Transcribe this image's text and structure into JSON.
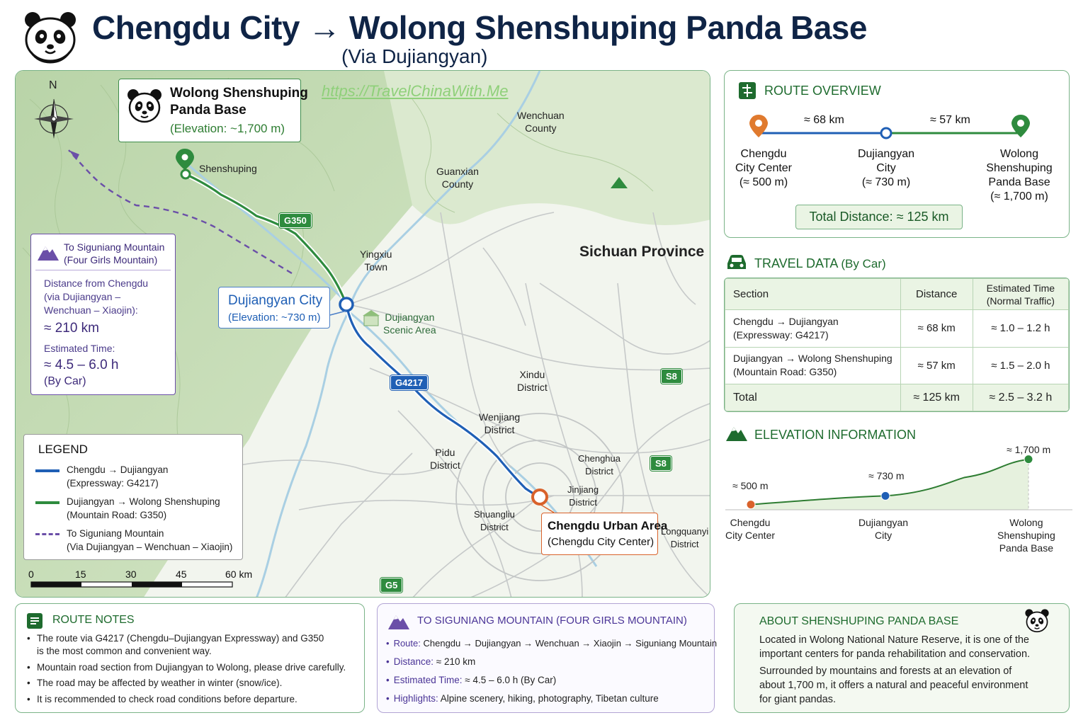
{
  "header": {
    "title": "Chengdu City → Wolong Shenshuping Panda Base",
    "subtitle": "(Via Dujiangyan)"
  },
  "map": {
    "watermark": "https://TravelChinaWith.Me",
    "compass_label": "N",
    "province": "Sichuan Province",
    "places": {
      "wenchuan": "Wenchuan\nCounty",
      "guanxian": "Guanxian\nCounty",
      "yingxiu": "Yingxiu\nTown",
      "shenshuping": "Shenshuping",
      "scenic": "Dujiangyan\nScenic Area",
      "xindu": "Xindu\nDistrict",
      "wenjiang": "Wenjiang\nDistrict",
      "pidu": "Pidu\nDistrict",
      "chenghua": "Chenghua\nDistrict",
      "jinjiang": "Jinjiang\nDistrict",
      "shuangliu": "Shuangliu\nDistrict",
      "longquanyi": "Longquanyi\nDistrict"
    },
    "shields": {
      "g350": "G350",
      "g4217": "G4217",
      "s8a": "S8",
      "s8b": "S8",
      "g5": "G5"
    },
    "callouts": {
      "wolong_title": "Wolong Shenshuping\nPanda Base",
      "wolong_elev": "(Elevation: ~1,700 m)",
      "djy_title": "Dujiangyan City",
      "djy_elev": "(Elevation: ~730 m)",
      "chengdu_title": "Chengdu Urban Area",
      "chengdu_sub": "(Chengdu City Center)"
    },
    "siguniang_box": {
      "title": "To Siguniang Mountain\n(Four Girls Mountain)",
      "distance_label": "Distance from Chengdu\n(via Dujiangyan –\nWenchuan – Xiaojin):",
      "distance_value": "≈ 210 km",
      "time_label": "Estimated Time:",
      "time_value": "≈ 4.5 – 6.0 h",
      "mode": "(By Car)"
    },
    "legend": {
      "title": "LEGEND",
      "items": [
        {
          "label": "Chengdu → Dujiangyan\n(Expressway: G4217)",
          "color": "#1f5fb5",
          "style": "solid"
        },
        {
          "label": "Dujiangyan → Wolong Shenshuping\n(Mountain Road: G350)",
          "color": "#2e8b3e",
          "style": "solid"
        },
        {
          "label": "To Siguniang Mountain\n(Via Dujiangyan – Wenchuan – Xiaojin)",
          "color": "#6b4fa8",
          "style": "dashed"
        }
      ]
    },
    "scale": [
      "0",
      "15",
      "30",
      "45",
      "60 km"
    ]
  },
  "route_overview": {
    "title": "ROUTE OVERVIEW",
    "segments": [
      "≈ 68 km",
      "≈ 57 km"
    ],
    "stops": [
      {
        "name": "Chengdu\nCity Center\n(≈ 500 m)",
        "color": "#e07a2e"
      },
      {
        "name": "Dujiangyan\nCity\n(≈ 730 m)",
        "color": "#1f5fb5"
      },
      {
        "name": "Wolong\nShenshuping\nPanda Base\n(≈ 1,700 m)",
        "color": "#2e8b3e"
      }
    ],
    "total": "Total Distance: ≈ 125 km"
  },
  "travel_data": {
    "title": "TRAVEL DATA",
    "title_suffix": "(By Car)",
    "headers": [
      "Section",
      "Distance",
      "Estimated Time\n(Normal Traffic)"
    ],
    "rows": [
      {
        "section": "Chengdu → Dujiangyan\n(Expressway: G4217)",
        "distance": "≈ 68 km",
        "time": "≈ 1.0 – 1.2 h"
      },
      {
        "section": "Dujiangyan → Wolong Shenshuping\n(Mountain Road: G350)",
        "distance": "≈ 57 km",
        "time": "≈ 1.5 – 2.0 h"
      }
    ],
    "total": {
      "section": "Total",
      "distance": "≈ 125 km",
      "time": "≈ 2.5 – 3.2 h"
    }
  },
  "elevation": {
    "title": "ELEVATION INFORMATION",
    "points": [
      {
        "label": "Chengdu\nCity Center",
        "value": "≈ 500 m",
        "meters": 500,
        "color": "#d9622b"
      },
      {
        "label": "Dujiangyan\nCity",
        "value": "≈ 730 m",
        "meters": 730,
        "color": "#1f5fb5"
      },
      {
        "label": "Wolong\nShenshuping\nPanda Base",
        "value": "≈ 1,700 m",
        "meters": 1700,
        "color": "#2e8b3e"
      }
    ]
  },
  "route_notes": {
    "title": "ROUTE NOTES",
    "items": [
      "The route via G4217 (Chengdu–Dujiangyan Expressway) and G350\nis the most common and convenient way.",
      "Mountain road section from Dujiangyan to Wolong, please drive carefully.",
      "The road may be affected by weather in winter (snow/ice).",
      "It is recommended to check road conditions before departure."
    ]
  },
  "siguniang": {
    "title": "TO SIGUNIANG MOUNTAIN (FOUR GIRLS MOUNTAIN)",
    "route_label": "Route:",
    "route_value": "Chengdu → Dujiangyan → Wenchuan → Xiaojin → Siguniang Mountain",
    "distance_label": "Distance:",
    "distance_value": "≈ 210 km",
    "time_label": "Estimated Time:",
    "time_value": "≈ 4.5 – 6.0 h (By Car)",
    "highlights_label": "Highlights:",
    "highlights_value": "Alpine scenery, hiking, photography, Tibetan culture"
  },
  "about": {
    "title": "ABOUT SHENSHUPING PANDA BASE",
    "p1": "Located in Wolong National Nature Reserve, it is one of the\nimportant centers for panda rehabilitation and conservation.",
    "p2": "Surrounded by mountains and forests at an elevation of\nabout 1,700 m, it offers a natural and peaceful environment\nfor giant pandas."
  }
}
